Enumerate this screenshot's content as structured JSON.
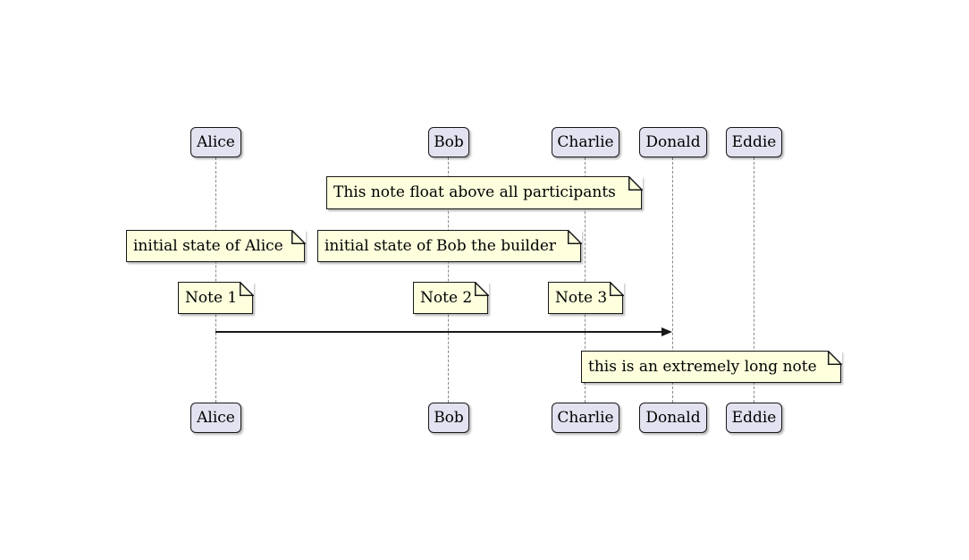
{
  "diagram": {
    "kind": "sequence-diagram",
    "participants": [
      {
        "name": "Alice"
      },
      {
        "name": "Bob"
      },
      {
        "name": "Charlie"
      },
      {
        "name": "Donald"
      },
      {
        "name": "Eddie"
      }
    ],
    "notes": {
      "floating": "This note float above all participants",
      "alice_state": "initial state of Alice",
      "bob_state": "initial state of Bob the builder",
      "note1": "Note 1",
      "note2": "Note 2",
      "note3": "Note 3",
      "long_note": "this is an extremely long note"
    },
    "messages": [
      {
        "from": "Alice",
        "to": "Donald"
      }
    ],
    "colors": {
      "background": "#FFFFFF",
      "participant_fill": "#E2E2F0",
      "note_fill": "#FEFFDD",
      "border": "#181818",
      "lifeline": "#888888",
      "arrow": "#181818",
      "text": "#000000"
    }
  }
}
